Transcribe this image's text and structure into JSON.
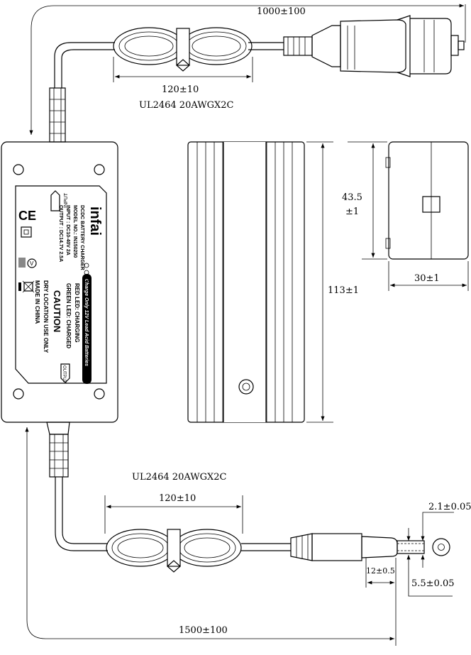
{
  "dimensions": {
    "top_cable_length": "1000±100",
    "top_coil_length": "120±10",
    "top_cable_spec": "UL2464 20AWGX2C",
    "side_height": "43.5",
    "side_height_tol": "±1",
    "body_length": "113±1",
    "side_width": "30±1",
    "bottom_cable_spec": "UL2464 20AWGX2C",
    "bottom_coil_length": "120±10",
    "pin_inner": "2.1±0.05",
    "plug_tip_length": "12±0.5",
    "pin_outer": "5.5±0.05",
    "bottom_cable_length": "1500±100"
  },
  "label": {
    "brand": "infai",
    "input_tag": "INPUT",
    "output_tag": "OUTPUT",
    "product": "DCDC BATTERY CHARGER",
    "model": "MODEL NO.: IN150250",
    "input": "INPUT : DC10-40V  2A",
    "output": "OUTPUT : DC14.7V 2.5A",
    "banner": "Charge Only 12V Lead Acid Batteries",
    "led_red": "RED LED: CHARGING",
    "led_green": "GREEN LED: CHARGED",
    "caution": "CAUTION",
    "dry": "DRY LOCATION USE ONLY",
    "made": "MADE IN CHINA",
    "ce_mark": "CE",
    "v_mark": "V"
  }
}
